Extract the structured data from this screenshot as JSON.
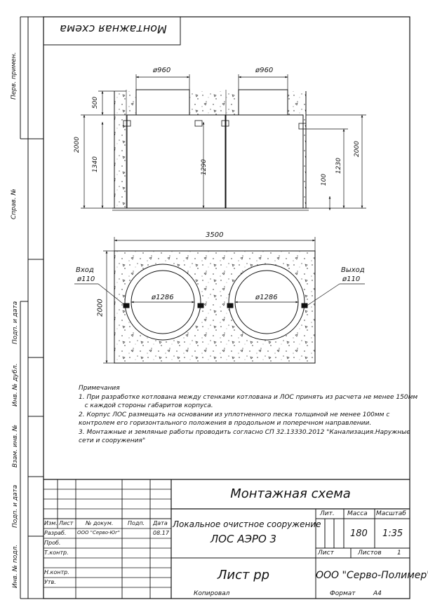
{
  "header_stamp": "Монтажная схема",
  "side_labels": {
    "perv_primen": "Перв. примен.",
    "sprav_no": "Справ. №",
    "podp_data_1": "Подп. и дата",
    "inv_dubl": "Инв. № дубл.",
    "vzam_inv": "Взам. инв. №",
    "podp_data_2": "Подп. и дата",
    "inv_podl": "Инв. № подл."
  },
  "section_view": {
    "diam_left": "ø960",
    "diam_right": "ø960",
    "dims": {
      "h500": "500",
      "h2000_left": "2000",
      "h1340": "1340",
      "h1290": "1290",
      "h100": "100",
      "h1230": "1230",
      "h2000_right": "2000"
    }
  },
  "plan_view": {
    "width": "3500",
    "height": "2000",
    "diam_left": "ø1286",
    "diam_right": "ø1286",
    "inlet_label": "Вход",
    "inlet_diam": "ø110",
    "outlet_label": "Выход",
    "outlet_diam": "ø110"
  },
  "notes": {
    "title": "Примечания",
    "lines": [
      "1. При разработке котлована между стенками котлована и ЛОС принять из расчета не менее 150мм",
      "   с каждой стороны габаритов корпуса.",
      "2. Корпус ЛОС размещать на основании из уплотненного песка толщиной не менее 100мм с",
      "контролем   его горизонтального положения в продольном и поперечном направлении.",
      "3. Монтажные и земляные работы проводить согласно СП 32.13330.2012 \"Канализация.Наружные",
      "сети и сооружения\""
    ]
  },
  "title_block": {
    "doc_title": "Монтажная схема",
    "col_headers": [
      "Изм.",
      "Лист",
      "№ докум.",
      "Подп.",
      "Дата"
    ],
    "row_razrab": {
      "role": "Разраб.",
      "name": "ООО \"Серво-Юг\"",
      "date": "08.17"
    },
    "row_roles": [
      "Проб.",
      "Т.контр.",
      "",
      "Н.контр.",
      "Утв."
    ],
    "product_line1": "Локальное очистное сооружение",
    "product_line2": "ЛОС АЭРО 3",
    "sheet_name": "Лист рр",
    "lit_label": "Лит.",
    "mass_label": "Масса",
    "scale_label": "Масштаб",
    "mass_value": "180",
    "scale_value": "1:35",
    "list_label": "Лист",
    "listov_label": "Листов",
    "listov_value": "1",
    "company": "ООО \"Серво-Полимер\""
  },
  "footer": {
    "copied": "Копировал",
    "format_label": "Формат",
    "format_value": "A4"
  }
}
